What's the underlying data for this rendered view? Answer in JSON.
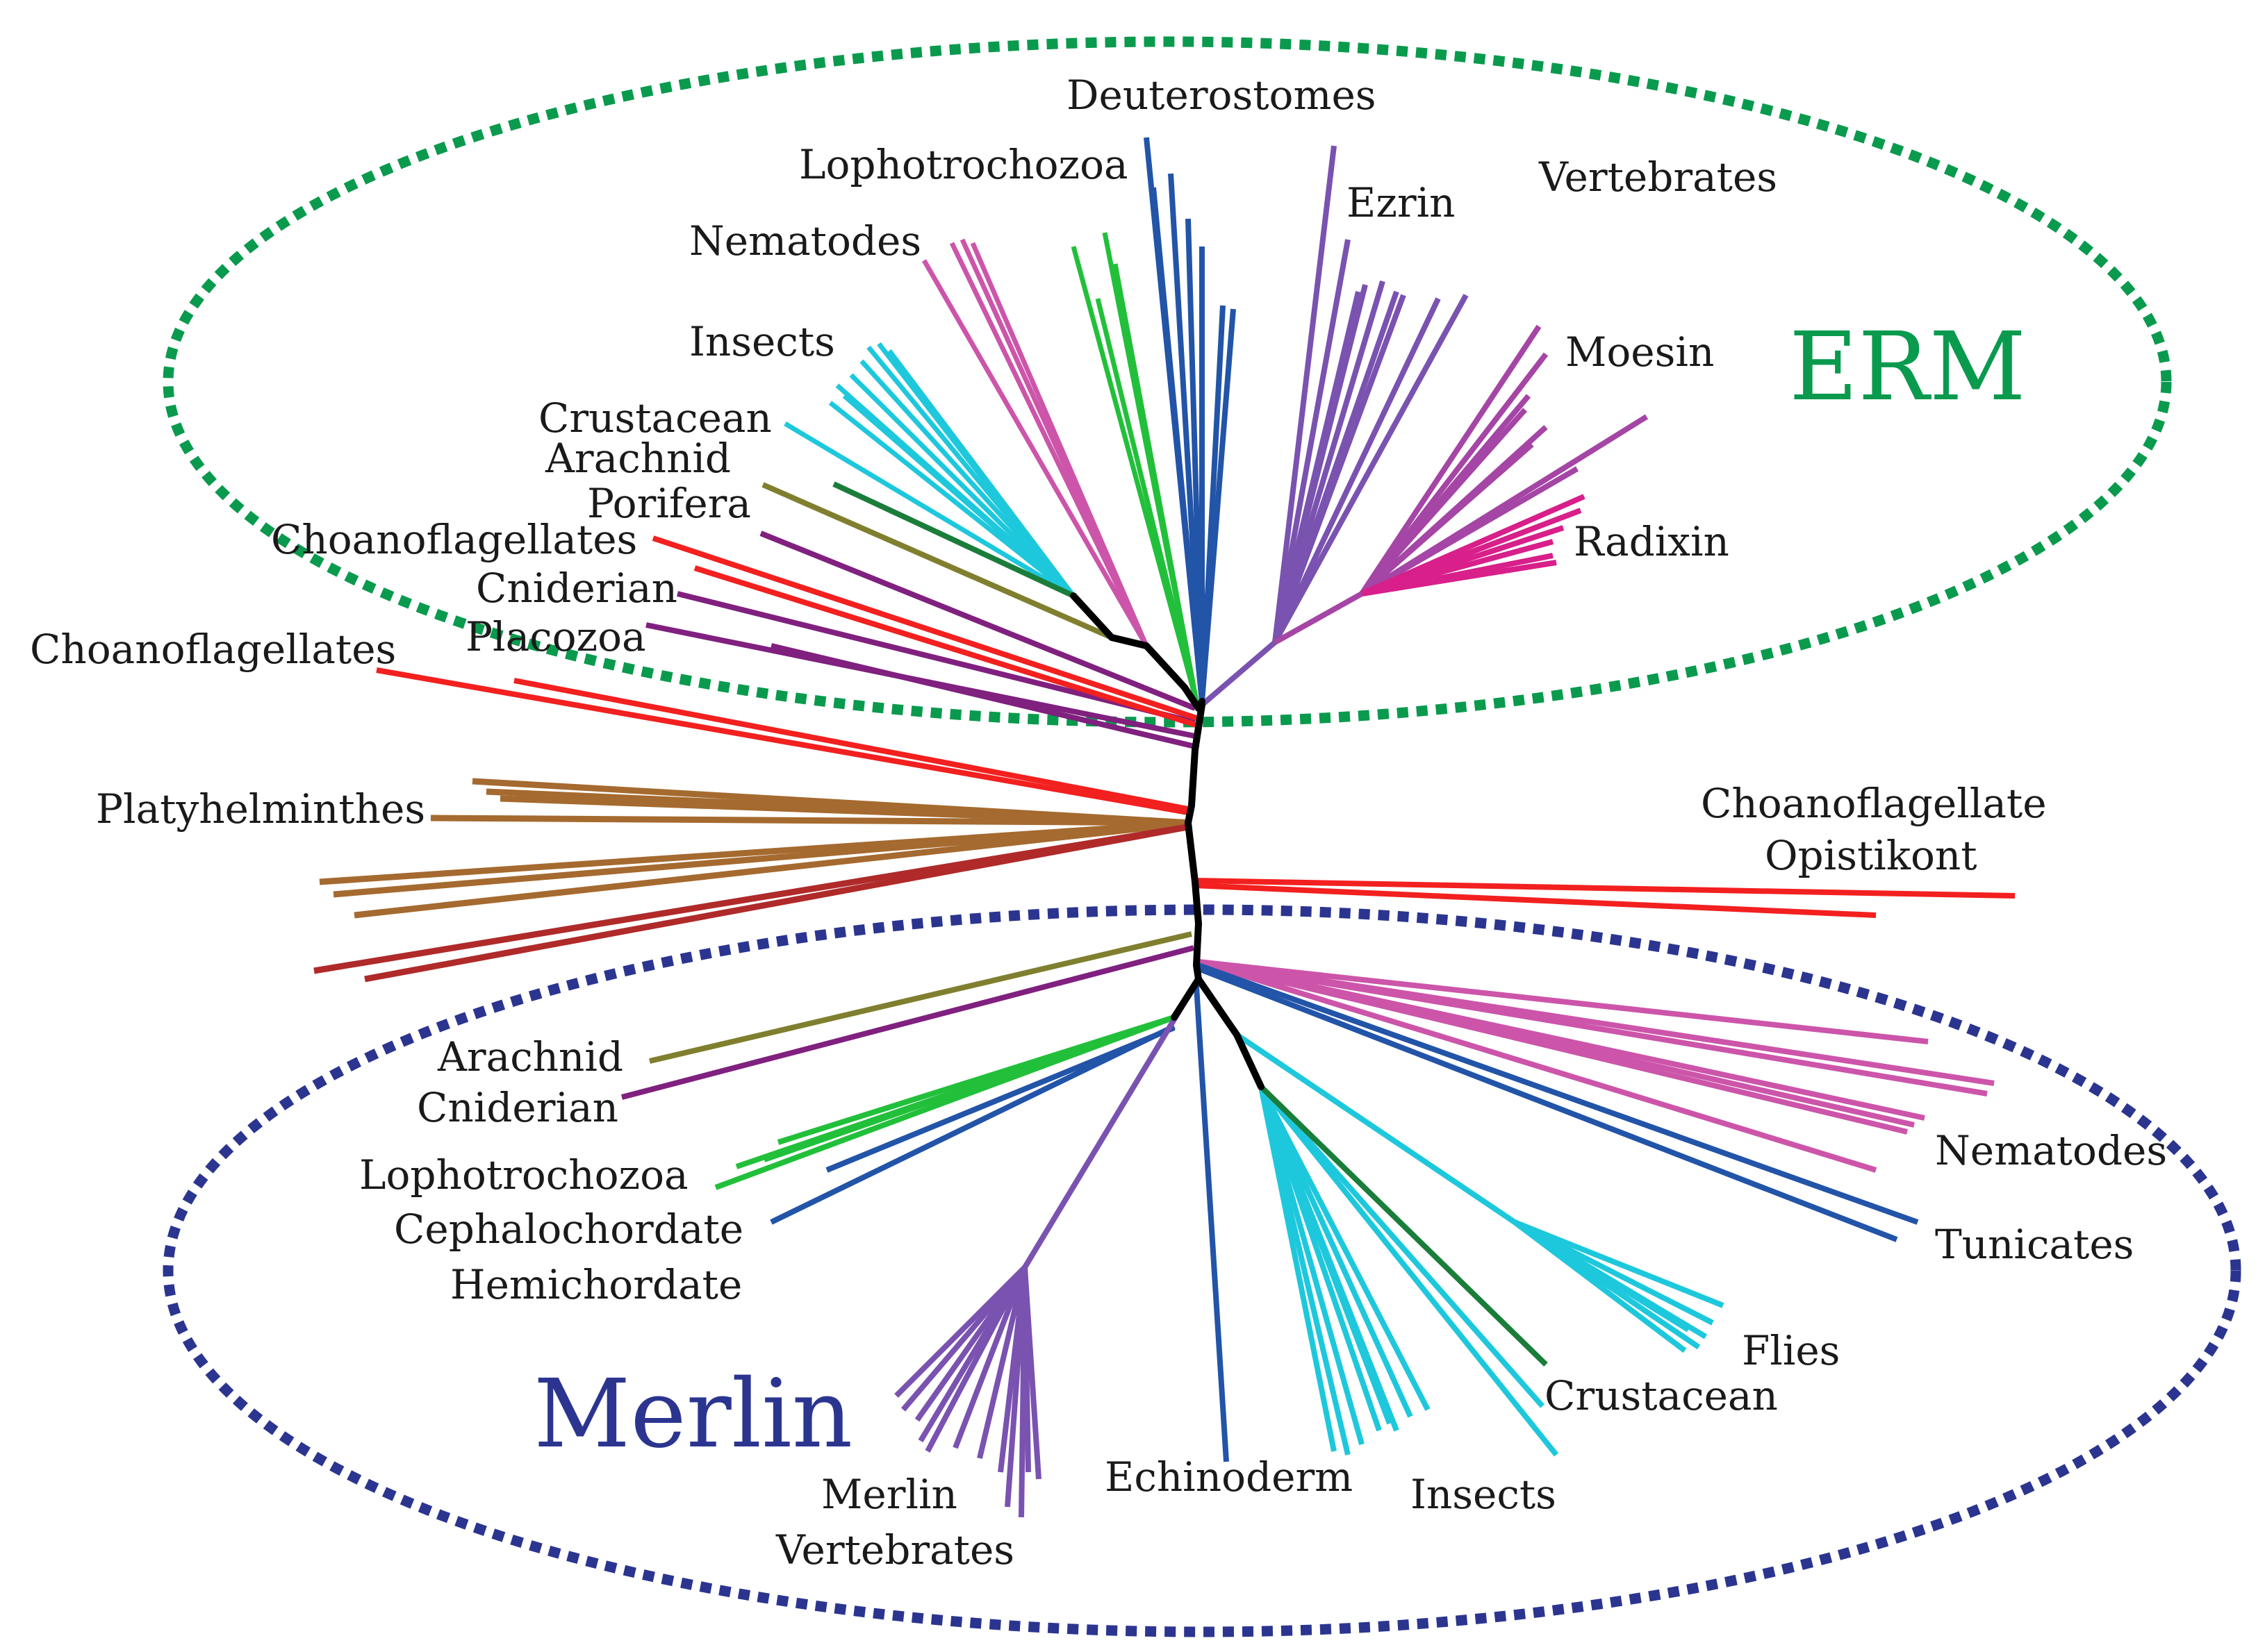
{
  "groups": {
    "erm": {
      "label": "ERM",
      "color": "#0a9a4e"
    },
    "merlin": {
      "label": "Merlin",
      "color": "#2b3590"
    }
  },
  "labels": {
    "deuterostomes": "Deuterostomes",
    "lophotrochozoa_top": "Lophotrochozoa",
    "vertebrates_top": "Vertebrates",
    "ezrin": "Ezrin",
    "nematodes_top": "Nematodes",
    "insects_top": "Insects",
    "moesin": "Moesin",
    "crustacean_top": "Crustacean",
    "arachnid_top": "Arachnid",
    "porifera": "Porifera",
    "radixin": "Radixin",
    "choano_1": "Choanoflagellates",
    "cniderian_top": "Cniderian",
    "placozoa": "Placozoa",
    "choano_2": "Choanoflagellates",
    "platyhelminthes": "Platyhelminthes",
    "choanoflagellate": "Choanoflagellate",
    "opistikont": "Opistikont",
    "arachnid_bottom": "Arachnid",
    "cniderian_bottom": "Cniderian",
    "lophotrochozoa_bottom": "Lophotrochozoa",
    "cephalochordate": "Cephalochordate",
    "hemichordate": "Hemichordate",
    "nematodes_bottom": "Nematodes",
    "tunicates": "Tunicates",
    "flies": "Flies",
    "crustacean_bottom": "Crustacean",
    "echinoderm": "Echinoderm",
    "insects_bottom": "Insects",
    "merlin": "Merlin",
    "vertebrates_bottom": "Vertebrates"
  },
  "colors": {
    "backbone": "#000000",
    "cyan": "#1ec8dc",
    "pink": "#cc55aa",
    "green": "#22c03a",
    "blue": "#2254a8",
    "violet": "#7a52b0",
    "magenta": "#a545a5",
    "radixin": "#d81f8a",
    "olive": "#7f7f2f",
    "darkgreen": "#1a7d3a",
    "purple": "#80207f",
    "red": "#f2201f",
    "brown": "#a56a2f",
    "darkred": "#b02a2a"
  }
}
